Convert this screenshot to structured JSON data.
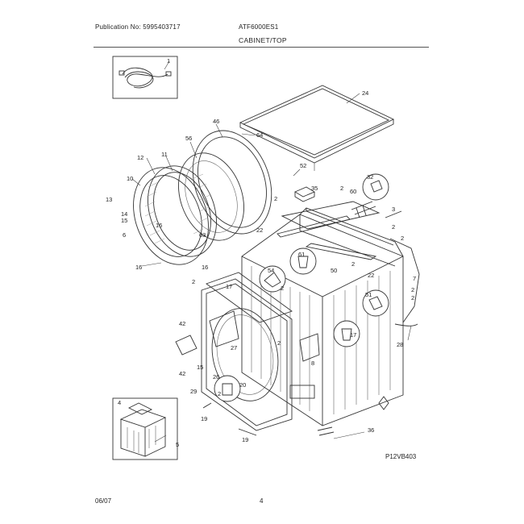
{
  "header": {
    "publication": "Publication No: 5995403717",
    "model": "ATF6000ES1",
    "section": "CABINET/TOP"
  },
  "footer": {
    "date": "06/07",
    "page": "4"
  },
  "diagram_code": "P12VB403",
  "callouts": {
    "c1": "1",
    "c24": "24",
    "c46": "46",
    "c56": "56",
    "c12": "12",
    "c11": "11",
    "c10": "10",
    "c13": "13",
    "c14": "14",
    "c15": "15",
    "c16a": "16",
    "c16b": "16",
    "c16c": "16",
    "c6": "6",
    "c64": "64",
    "c52": "52",
    "c32": "32",
    "c60": "60",
    "c35": "35",
    "c2a": "2",
    "c2b": "2",
    "c2c": "2",
    "c2d": "2",
    "c2e": "2",
    "c2f": "2",
    "c2g": "2",
    "c2h": "2",
    "c2i": "2",
    "c2j": "2",
    "c2k": "2",
    "c22a": "22",
    "c22b": "22",
    "c63": "63",
    "c61": "61",
    "c54": "54",
    "c50": "50",
    "c51": "51",
    "c17a": "17",
    "c17b": "17",
    "c7": "7",
    "c28": "28",
    "c42a": "42",
    "c42b": "42",
    "c27": "27",
    "c15b": "15",
    "c26": "26",
    "c29": "29",
    "c20": "20",
    "c8": "8",
    "c19a": "19",
    "c19b": "19",
    "c36": "36",
    "c4": "4",
    "c5": "5",
    "c3": "3"
  }
}
